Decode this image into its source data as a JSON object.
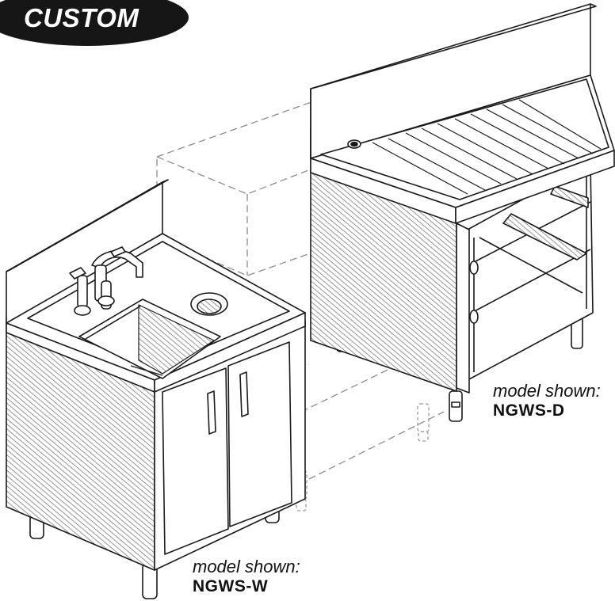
{
  "badge": {
    "text": "CUSTOM"
  },
  "captions": {
    "drainboard": {
      "label": "model shown:",
      "model": "NGWS-D"
    },
    "sink": {
      "label": "model shown:",
      "model": "NGWS-W"
    }
  },
  "colors": {
    "badge": "#161616",
    "line": "#1a1a1a",
    "hatch": "#8a8a8a",
    "ghost": "#9a9a9a"
  }
}
